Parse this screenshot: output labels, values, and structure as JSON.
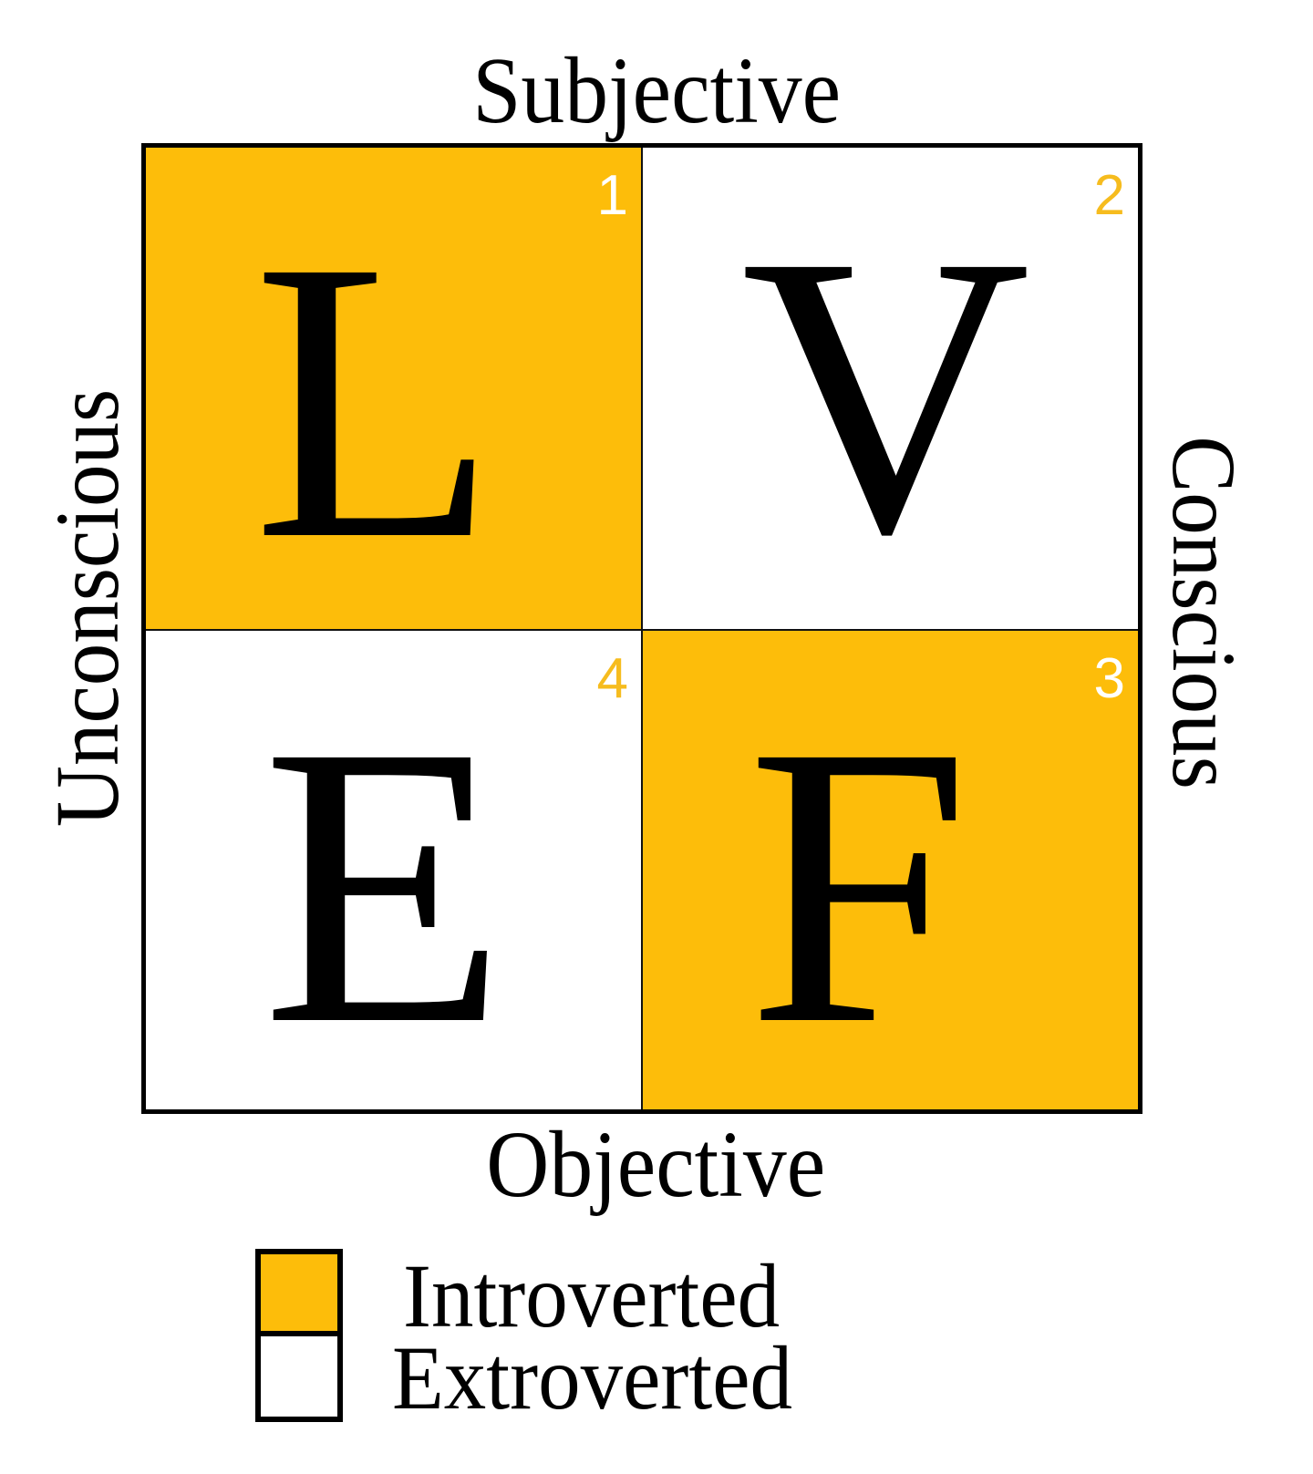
{
  "colors": {
    "introverted": "#FDBD0A",
    "extroverted": "#FFFFFF",
    "border": "#000000",
    "numeral_on_amber": "#FFFFFF",
    "numeral_on_white": "#F6BC1E"
  },
  "axes": {
    "top": "Subjective",
    "bottom": "Objective",
    "left": "Unconscious",
    "right": "Conscious"
  },
  "quadrants": [
    {
      "position": "top-left",
      "number": "1",
      "letter": "L",
      "type": "Introverted",
      "fill": "#FDBD0A",
      "number_color": "#FFFFFF"
    },
    {
      "position": "top-right",
      "number": "2",
      "letter": "V",
      "type": "Extroverted",
      "fill": "#FFFFFF",
      "number_color": "#F6BC1E"
    },
    {
      "position": "bottom-right",
      "number": "3",
      "letter": "F",
      "type": "Introverted",
      "fill": "#FDBD0A",
      "number_color": "#FFFFFF"
    },
    {
      "position": "bottom-left",
      "number": "4",
      "letter": "E",
      "type": "Extroverted",
      "fill": "#FFFFFF",
      "number_color": "#F6BC1E"
    }
  ],
  "legend": {
    "items": [
      {
        "label": "Introverted",
        "color": "#FDBD0A"
      },
      {
        "label": "Extroverted",
        "color": "#FFFFFF"
      }
    ]
  }
}
